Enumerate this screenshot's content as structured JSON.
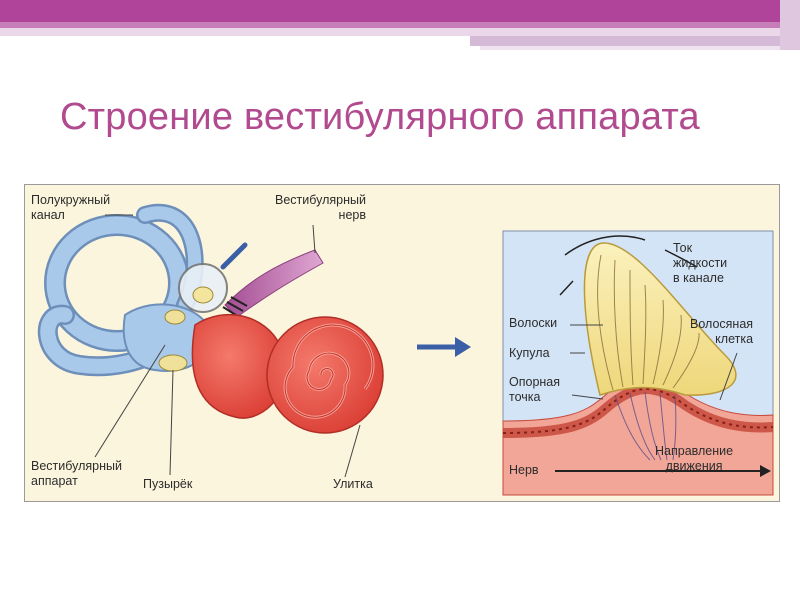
{
  "slide": {
    "title": "Строение вестибулярного аппарата"
  },
  "colors": {
    "title": "#b14a8f",
    "band_magenta": "#b0439a",
    "band_lavender": "#d5bad7",
    "panel_bg": "#fbf5dd",
    "cochlea_red": "#e8473d",
    "canal_blue": "#a9c9ea",
    "cupula_yellow": "#f3e59e",
    "nerve_pink": "#c97fb8",
    "fluid_blue": "#d4e4f7",
    "arrow_blue": "#3a5fa6"
  },
  "left_labels": {
    "semicircular_canal": [
      "Полукружный",
      "канал"
    ],
    "vestibular_nerve": [
      "Вестибулярный",
      "нерв"
    ],
    "vestibular_apparatus": [
      "Вестибулярный",
      "аппарат"
    ],
    "vesicle": "Пузырёк",
    "cochlea": "Улитка"
  },
  "right_labels": {
    "fluid_current": [
      "Ток",
      "жидкости",
      "в канале"
    ],
    "hairs": "Волоски",
    "hair_cell": [
      "Волосяная",
      "клетка"
    ],
    "cupula": "Купула",
    "support_point": [
      "Опорная",
      "точка"
    ],
    "nerve": "Нерв",
    "motion_direction": [
      "Направление",
      "движения"
    ]
  }
}
